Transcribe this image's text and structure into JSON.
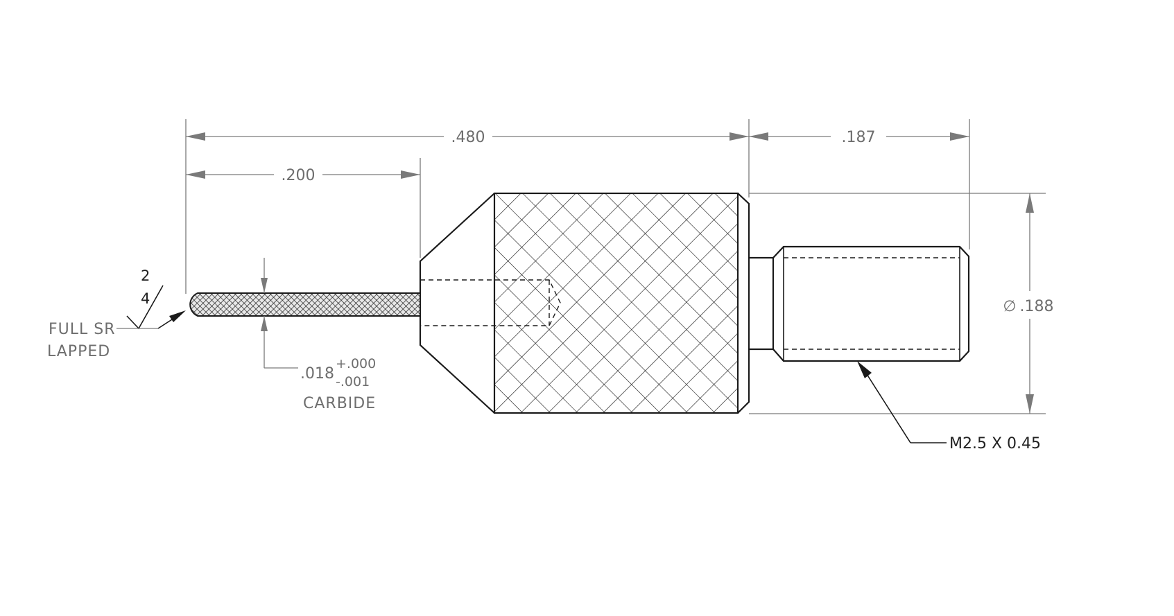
{
  "dimensions": {
    "overall_length": ".480",
    "stylus_length": ".200",
    "thread_length": ".187",
    "body_diameter": ".188",
    "diameter_symbol": "∅"
  },
  "stylus": {
    "nominal": ".018",
    "tol_plus": "+.000",
    "tol_minus": "-.001",
    "material": "CARBIDE"
  },
  "tip": {
    "finish_upper": "2",
    "finish_lower": "4",
    "note_line1": "FULL SR",
    "note_line2": "LAPPED"
  },
  "thread": {
    "callout": "M2.5 X 0.45"
  }
}
